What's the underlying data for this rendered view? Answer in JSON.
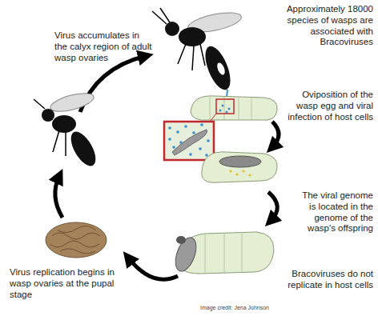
{
  "diagram": {
    "labels": [
      "Approximately 18000 species of wasps are associated with Bracoviruses",
      "Virus accumulates in the calyx region of adult wasp ovaries",
      "Oviposition of the wasp egg and viral infection of host cells",
      "The viral genome is located in the genome of the wasp's offspring",
      "Bracoviruses do not replicate in host cells",
      "Virus replication begins in wasp ovaries at the pupal stage",
      "Image credit: Jena Johnson"
    ]
  }
}
